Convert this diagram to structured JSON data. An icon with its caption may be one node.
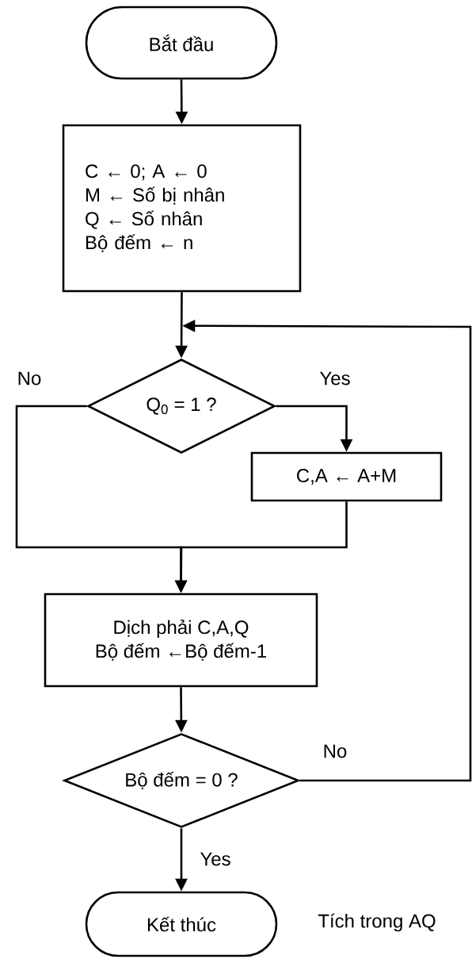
{
  "diagram": {
    "nodes": [
      {
        "text": [
          "Bắt đầu"
        ]
      },
      {
        "text": [
          "C ← 0; A ← 0",
          "M ←  Số bị nhân",
          "Q ←  Số nhân",
          "Bộ đếm ← n"
        ]
      },
      {
        "text": [
          "Q$_{0}$ = 1 ?"
        ]
      },
      {
        "text": [
          "C,A ←  A+M"
        ]
      },
      {
        "text": [
          "Dịch phải C,A,Q",
          "Bộ đếm ←Bộ đếm-1"
        ]
      },
      {
        "text": [
          "Bộ đếm = 0 ?"
        ]
      },
      {
        "text": [
          "Kết thúc"
        ],
        "beside": [
          "Tích trong AQ"
        ]
      }
    ],
    "edges": [
      {
        "from": 0,
        "to": 1,
        "arrow": "to"
      },
      {
        "from": 1,
        "to": 2,
        "arrow": "to"
      },
      {
        "from": 2,
        "to": 3,
        "arrow": "to",
        "label": "Yes"
      },
      {
        "from": 2,
        "to": 4,
        "arrow": "to",
        "label": "No"
      },
      {
        "from": 3,
        "to": 4,
        "arrow": "to"
      },
      {
        "from": 4,
        "to": 5,
        "arrow": "to"
      },
      {
        "from": 5,
        "to": 6,
        "arrow": "to",
        "label": "Yes"
      },
      {
        "from": 5,
        "to": 2,
        "arrow": "to",
        "label": "No"
      }
    ]
  }
}
